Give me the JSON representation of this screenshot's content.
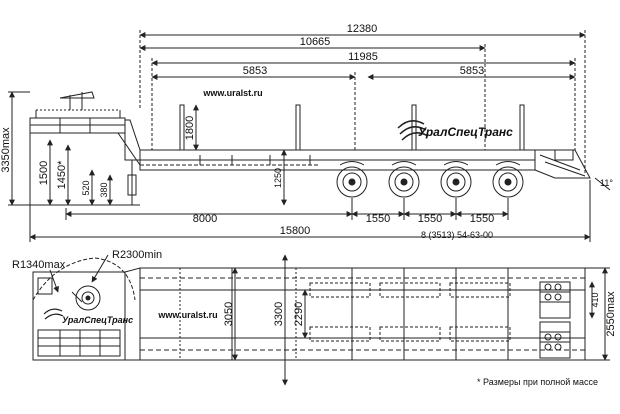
{
  "side_view": {
    "dims_top": {
      "d12380": "12380",
      "d10665": "10665",
      "d11985": "11985",
      "d5853a": "5853",
      "d5853b": "5853"
    },
    "dims_vertical": {
      "d3350": "3350max",
      "d1500": "1500",
      "d1450": "1450*",
      "d520": "520",
      "d380": "380",
      "d1800": "1800",
      "d1250": "1250"
    },
    "dims_bottom": {
      "d8000": "8000",
      "d1550a": "1550",
      "d1550b": "1550",
      "d1550c": "1550",
      "d15800": "15800"
    },
    "angle": "11°",
    "website": "www.uralst.ru",
    "model_code": "8 (3513) 54-63-00",
    "logo_text": "УралСпецТранс"
  },
  "top_view": {
    "r1340": "R1340max",
    "r2300": "R2300min",
    "website": "www.uralst.ru",
    "logo_text": "УралСпецТранс",
    "d3050": "3050",
    "d3300": "3300",
    "d2290": "2290",
    "d410": "410",
    "d2550": "2550max"
  },
  "footnote": "* Размеры при полной массе",
  "colors": {
    "line": "#222222",
    "bg": "#ffffff",
    "logo": "#1a1a1a"
  }
}
